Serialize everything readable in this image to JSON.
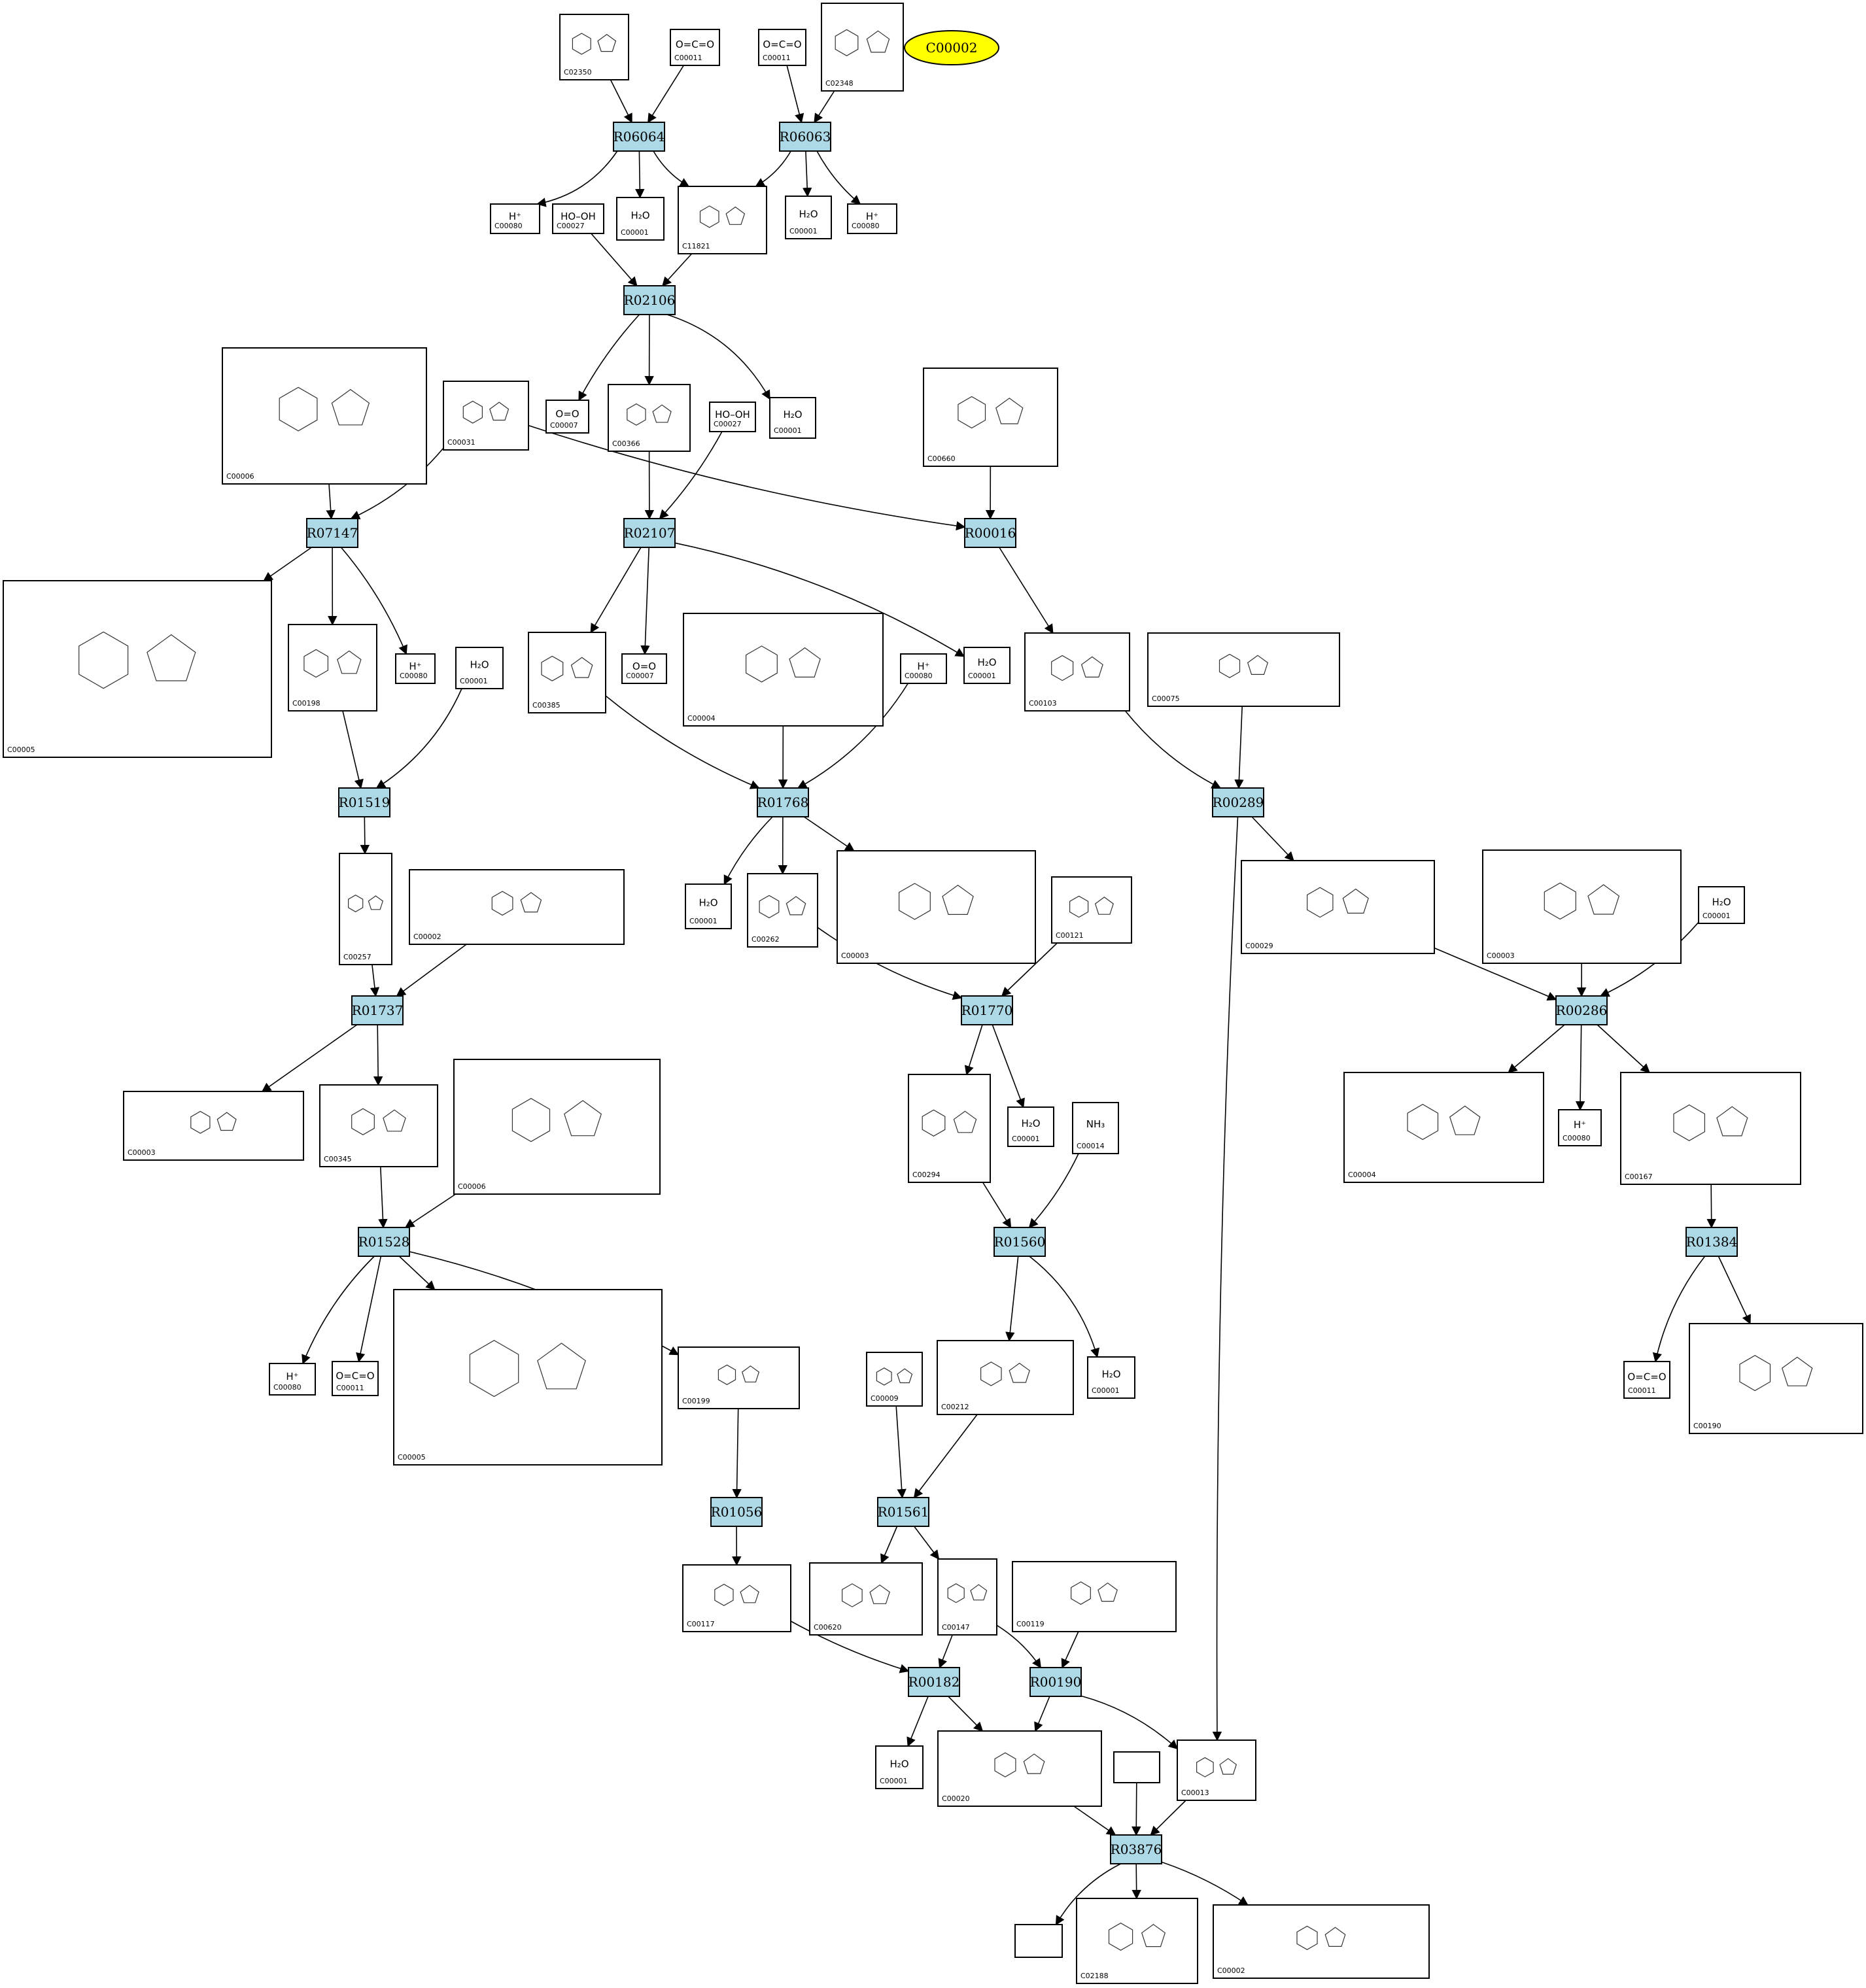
{
  "highlight": {
    "label": "C00002",
    "color": "#ffff00"
  },
  "colors": {
    "reaction_fill": "#add8e6",
    "compound_fill": "#ffffff",
    "edge": "#000000"
  },
  "reactions": [
    {
      "id": "R06064",
      "label": "R06064"
    },
    {
      "id": "R06063",
      "label": "R06063"
    },
    {
      "id": "R02106",
      "label": "R02106"
    },
    {
      "id": "R07147",
      "label": "R07147"
    },
    {
      "id": "R02107",
      "label": "R02107"
    },
    {
      "id": "R00016",
      "label": "R00016"
    },
    {
      "id": "R01519",
      "label": "R01519"
    },
    {
      "id": "R01768",
      "label": "R01768"
    },
    {
      "id": "R00289",
      "label": "R00289"
    },
    {
      "id": "R01737",
      "label": "R01737"
    },
    {
      "id": "R01770",
      "label": "R01770"
    },
    {
      "id": "R00286",
      "label": "R00286"
    },
    {
      "id": "R01528",
      "label": "R01528"
    },
    {
      "id": "R01560",
      "label": "R01560"
    },
    {
      "id": "R01384",
      "label": "R01384"
    },
    {
      "id": "R01056",
      "label": "R01056"
    },
    {
      "id": "R01561",
      "label": "R01561"
    },
    {
      "id": "R00182",
      "label": "R00182"
    },
    {
      "id": "R00190",
      "label": "R00190"
    },
    {
      "id": "R03876",
      "label": "R03876"
    }
  ],
  "compounds": [
    {
      "key": "c02350",
      "label": "C02350",
      "formula": ""
    },
    {
      "key": "c00011_a",
      "label": "C00011",
      "formula": "O=C=O"
    },
    {
      "key": "c00011_b",
      "label": "C00011",
      "formula": "O=C=O"
    },
    {
      "key": "c02348",
      "label": "C02348",
      "formula": ""
    },
    {
      "key": "c00080_a",
      "label": "C00080",
      "formula": "H⁺"
    },
    {
      "key": "c00027_a",
      "label": "C00027",
      "formula": "HO–OH"
    },
    {
      "key": "c00001_a",
      "label": "C00001",
      "formula": "H₂O"
    },
    {
      "key": "c11821",
      "label": "C11821",
      "formula": ""
    },
    {
      "key": "c00001_b",
      "label": "C00001",
      "formula": "H₂O"
    },
    {
      "key": "c00080_b",
      "label": "C00080",
      "formula": "H⁺"
    },
    {
      "key": "c00006_a",
      "label": "C00006",
      "formula": ""
    },
    {
      "key": "c00031",
      "label": "C00031",
      "formula": ""
    },
    {
      "key": "c00007_a",
      "label": "C00007",
      "formula": "O=O"
    },
    {
      "key": "c00366",
      "label": "C00366",
      "formula": ""
    },
    {
      "key": "c00027_b",
      "label": "C00027",
      "formula": "HO–OH"
    },
    {
      "key": "c00001_c",
      "label": "C00001",
      "formula": "H₂O"
    },
    {
      "key": "c00660",
      "label": "C00660",
      "formula": ""
    },
    {
      "key": "c00005_a",
      "label": "C00005",
      "formula": ""
    },
    {
      "key": "c00198",
      "label": "C00198",
      "formula": ""
    },
    {
      "key": "c00080_c",
      "label": "C00080",
      "formula": "H⁺"
    },
    {
      "key": "c00001_d",
      "label": "C00001",
      "formula": "H₂O"
    },
    {
      "key": "c00385",
      "label": "C00385",
      "formula": ""
    },
    {
      "key": "c00007_b",
      "label": "C00007",
      "formula": "O=O"
    },
    {
      "key": "c00004_a",
      "label": "C00004",
      "formula": ""
    },
    {
      "key": "c00080_d",
      "label": "C00080",
      "formula": "H⁺"
    },
    {
      "key": "c00001_e",
      "label": "C00001",
      "formula": "H₂O"
    },
    {
      "key": "c00103",
      "label": "C00103",
      "formula": ""
    },
    {
      "key": "c00075",
      "label": "C00075",
      "formula": ""
    },
    {
      "key": "c00257",
      "label": "C00257",
      "formula": ""
    },
    {
      "key": "c00002_a",
      "label": "C00002",
      "formula": ""
    },
    {
      "key": "c00001_f",
      "label": "C00001",
      "formula": "H₂O"
    },
    {
      "key": "c00262",
      "label": "C00262",
      "formula": ""
    },
    {
      "key": "c00003_a",
      "label": "C00003",
      "formula": ""
    },
    {
      "key": "c00121",
      "label": "C00121",
      "formula": ""
    },
    {
      "key": "c00029",
      "label": "C00029",
      "formula": ""
    },
    {
      "key": "c00003_b",
      "label": "C00003",
      "formula": ""
    },
    {
      "key": "c00001_g",
      "label": "C00001",
      "formula": "H₂O"
    },
    {
      "key": "c00008",
      "label": "C00003",
      "formula": ""
    },
    {
      "key": "c00345",
      "label": "C00345",
      "formula": ""
    },
    {
      "key": "c00006_b",
      "label": "C00006",
      "formula": ""
    },
    {
      "key": "c00294",
      "label": "C00294",
      "formula": ""
    },
    {
      "key": "c00001_h",
      "label": "C00001",
      "formula": "H₂O"
    },
    {
      "key": "c00014",
      "label": "C00014",
      "formula": "NH₃"
    },
    {
      "key": "c00004_b",
      "label": "C00004",
      "formula": ""
    },
    {
      "key": "c00080_e",
      "label": "C00080",
      "formula": "H⁺"
    },
    {
      "key": "c00167",
      "label": "C00167",
      "formula": ""
    },
    {
      "key": "c00080_f",
      "label": "C00080",
      "formula": "H⁺"
    },
    {
      "key": "c00011_c",
      "label": "C00011",
      "formula": "O=C=O"
    },
    {
      "key": "c00005_b",
      "label": "C00005",
      "formula": ""
    },
    {
      "key": "c00199",
      "label": "C00199",
      "formula": ""
    },
    {
      "key": "c00009",
      "label": "C00009",
      "formula": ""
    },
    {
      "key": "c00212",
      "label": "C00212",
      "formula": ""
    },
    {
      "key": "c00001_i",
      "label": "C00001",
      "formula": "H₂O"
    },
    {
      "key": "c00011_d",
      "label": "C00011",
      "formula": "O=C=O"
    },
    {
      "key": "c00190",
      "label": "C00190",
      "formula": ""
    },
    {
      "key": "c00117",
      "label": "C00117",
      "formula": ""
    },
    {
      "key": "c00620",
      "label": "C00620",
      "formula": ""
    },
    {
      "key": "c00147",
      "label": "C00147",
      "formula": ""
    },
    {
      "key": "c00119",
      "label": "C00119",
      "formula": ""
    },
    {
      "key": "c00001_j",
      "label": "C00001",
      "formula": "H₂O"
    },
    {
      "key": "c00020",
      "label": "C00020",
      "formula": ""
    },
    {
      "key": "blank_a",
      "label": "",
      "formula": ""
    },
    {
      "key": "c00013",
      "label": "C00013",
      "formula": ""
    },
    {
      "key": "blank_b",
      "label": "",
      "formula": ""
    },
    {
      "key": "c02188",
      "label": "C02188",
      "formula": ""
    },
    {
      "key": "c00002_b",
      "label": "C00002",
      "formula": ""
    }
  ]
}
